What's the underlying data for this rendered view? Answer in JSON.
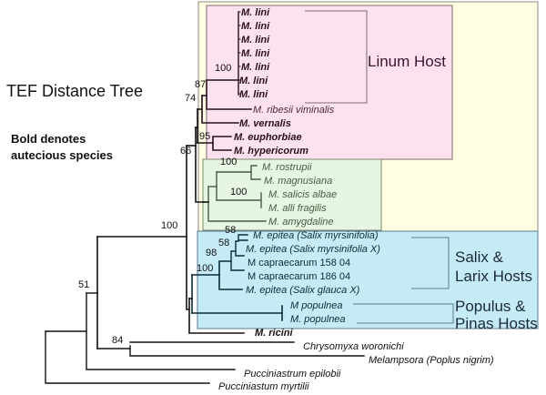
{
  "title": "TEF Distance Tree",
  "note": [
    "Bold denotes",
    "autecious species"
  ],
  "colors": {
    "outer_box": "#fffde2",
    "linum_box": "#fde1ee",
    "green_box": "#e6f6e2",
    "blue_box": "#c6ebf8",
    "branch": "#1a1a1a",
    "linum_text": "#3a1530",
    "green_text": "#4a5a40",
    "blue_text": "#0c2a3a"
  },
  "groups": {
    "linum": "Linum Host",
    "salix": [
      "Salix &",
      "Larix Hosts"
    ],
    "populus": [
      "Populus  &",
      "Pinas Hosts"
    ]
  },
  "taxa": [
    {
      "label": "M. lini",
      "bold": true
    },
    {
      "label": "M. lini",
      "bold": true
    },
    {
      "label": "M. lini",
      "bold": true
    },
    {
      "label": "M. lini",
      "bold": true
    },
    {
      "label": "M. lini",
      "bold": true
    },
    {
      "label": "M. lini",
      "bold": true
    },
    {
      "label": "M. lini",
      "bold": true
    },
    {
      "label": "M. ribesii viminalis",
      "bold": false
    },
    {
      "label": "M. vernalis",
      "bold": true
    },
    {
      "label": "M. euphorbiae",
      "bold": true
    },
    {
      "label": "M. hypericorum",
      "bold": true
    },
    {
      "label": "M. rostrupii",
      "bold": false
    },
    {
      "label": "M. magnusiana",
      "bold": false
    },
    {
      "label": "M. salicis albae",
      "bold": false
    },
    {
      "label": "M. alli fragilis",
      "bold": false
    },
    {
      "label": "M. amygdaline",
      "bold": false
    },
    {
      "label": "M. epitea (Salix myrsinifolia)",
      "bold": false
    },
    {
      "label": "M. epitea (Salix myrsinifolia X)",
      "bold": false
    },
    {
      "label": "M capraecarum 158 04",
      "bold": false
    },
    {
      "label": "M capraecarum 186 04",
      "bold": false
    },
    {
      "label": "M. epitea (Salix glauca X)",
      "bold": false
    },
    {
      "label": "M populnea",
      "bold": false
    },
    {
      "label": "M. populnea",
      "bold": false
    },
    {
      "label": "M. ricini",
      "bold": true
    },
    {
      "label": "Chrysomyxa woronichi",
      "bold": false
    },
    {
      "label": "Melampsora (Poplus nigrim)",
      "bold": false
    },
    {
      "label": "Pucciniastrum epilobii",
      "bold": false
    },
    {
      "label": "Pucciniastum myrtilii",
      "bold": false
    }
  ],
  "bootstrap": {
    "lini_clade": "100",
    "lini_ribesii": "87",
    "with_vernalis": "74",
    "euphorbiae_hypericorum": "95",
    "linum_group": "66",
    "rostrupii_magnusiana": "100",
    "salicis_alli": "100",
    "epitea_pair": "58",
    "epitea_capraecarum": "58",
    "salix_inner": "98",
    "salix_clade": "100",
    "melampsora_clade": "100",
    "chrysomyxa_melampsora": "84",
    "root_inner": "51"
  }
}
